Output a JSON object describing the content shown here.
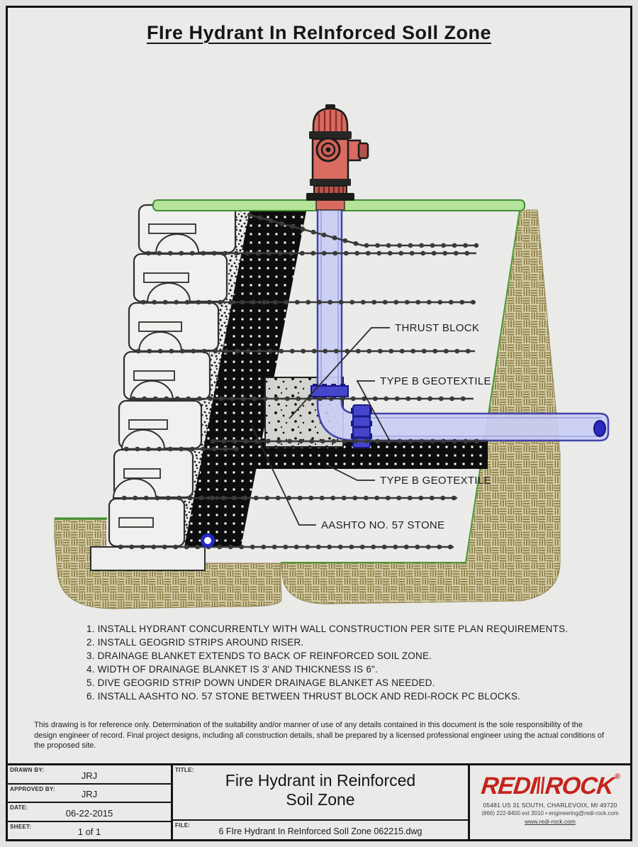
{
  "page_title": "FIre Hydrant In ReInforced SoIl Zone",
  "diagram": {
    "labels": {
      "thrust_block": "THRUST BLOCK",
      "geotextile_upper": "TYPE B GEOTEXTILE",
      "geotextile_lower": "TYPE B GEOTEXTILE",
      "aashto_stone": "AASHTO NO. 57 STONE"
    },
    "colors": {
      "grass_green": "#b6e39a",
      "grass_edge_green": "#3f8f30",
      "pipe_blue": "#c9cdf3",
      "flange_blue": "#4646cc",
      "hydrant_red": "#d96b60",
      "soil_tan": "#d9d0a8",
      "drainage_black": "#0d0d0d",
      "concrete_gray": "#d3d3d0"
    }
  },
  "notes": [
    "1.  INSTALL HYDRANT CONCURRENTLY WITH WALL CONSTRUCTION PER SITE PLAN REQUIREMENTS.",
    "2.  INSTALL GEOGRID STRIPS AROUND RISER.",
    "3.  DRAINAGE BLANKET EXTENDS TO BACK OF REINFORCED SOIL ZONE.",
    "4.  WIDTH OF DRAINAGE BLANKET IS 3' AND THICKNESS IS 6\".",
    "5.  DIVE GEOGRID STRIP DOWN UNDER DRAINAGE BLANKET AS NEEDED.",
    "6.  INSTALL AASHTO NO. 57 STONE BETWEEN THRUST BLOCK AND REDI-ROCK PC BLOCKS."
  ],
  "disclaimer": "This drawing is for reference only. Determination of the suitability and/or manner of use of any details contained in this document is the sole responsibility of the design engineer of record. Final project designs, including all construction details, shall be prepared by a licensed professional engineer using the actual conditions of the proposed site.",
  "title_block": {
    "drawn_by": {
      "label": "DRAWN BY:",
      "value": "JRJ"
    },
    "approved_by": {
      "label": "APPROVED BY:",
      "value": "JRJ"
    },
    "date": {
      "label": "DATE:",
      "value": "06-22-2015"
    },
    "sheet": {
      "label": "SHEET:",
      "value": "1 of 1"
    },
    "title": {
      "label": "TITLE:",
      "line1": "Fire Hydrant in Reinforced",
      "line2": "Soil Zone"
    },
    "file": {
      "label": "FILE:",
      "value": "6 FIre Hydrant In ReInforced SoIl Zone 062215.dwg"
    },
    "company": {
      "name_left": "REDI",
      "name_right": "ROCK",
      "reg_mark": "®",
      "address": "05481 US 31 SOUTH, CHARLEVOIX, MI 49720",
      "contact": "(866) 222-8400 ext 3010   •   engineering@redi-rock.com",
      "website": "www.redi-rock.com"
    }
  }
}
